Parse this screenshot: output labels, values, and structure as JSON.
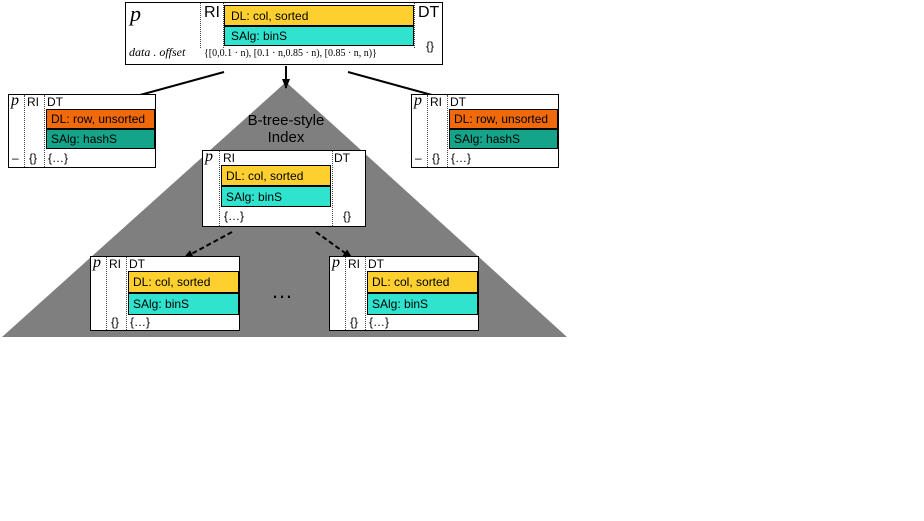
{
  "colors": {
    "triangle": "#7f7f7f",
    "dl_sorted": "#fdd02f",
    "salg_bins": "#2fe3cf",
    "dl_unsorted": "#f06a0c",
    "salg_hash": "#15a48a"
  },
  "root": {
    "p_label": "p",
    "ri_label": "RI",
    "dt_label": "DT",
    "dl": "DL: col, sorted",
    "salg": "SAlg: binS",
    "offset_label": "data . offset",
    "offset_values": "{[0,0.1 · n), [0.1 · n,0.85 · n), [0.85 · n, n)}",
    "dt_value": "{}"
  },
  "left_node": {
    "p_label": "p",
    "ri_label": "RI",
    "dt_label": "DT",
    "dl": "DL: row, unsorted",
    "salg": "SAlg: hashS",
    "p_value": "–",
    "ri_value": "{}",
    "dt_value": "{…}"
  },
  "right_node": {
    "p_label": "p",
    "ri_label": "RI",
    "dt_label": "DT",
    "dl": "DL: row, unsorted",
    "salg": "SAlg: hashS",
    "p_value": "–",
    "ri_value": "{}",
    "dt_value": "{…}"
  },
  "index": {
    "title_line1": "B-tree-style",
    "title_line2": "Index",
    "ellipsis": "…",
    "top_node": {
      "p_label": "p",
      "ri_label": "RI",
      "dt_label": "DT",
      "dl": "DL: col, sorted",
      "salg": "SAlg: binS",
      "ri_value": "{…}",
      "dt_value": "{}"
    },
    "leaf_left": {
      "p_label": "p",
      "ri_label": "RI",
      "dt_label": "DT",
      "dl": "DL: col, sorted",
      "salg": "SAlg: binS",
      "ri_value": "{}",
      "dt_value": "{…}"
    },
    "leaf_right": {
      "p_label": "p",
      "ri_label": "RI",
      "dt_label": "DT",
      "dl": "DL: col, sorted",
      "salg": "SAlg: binS",
      "ri_value": "{}",
      "dt_value": "{…}"
    }
  }
}
